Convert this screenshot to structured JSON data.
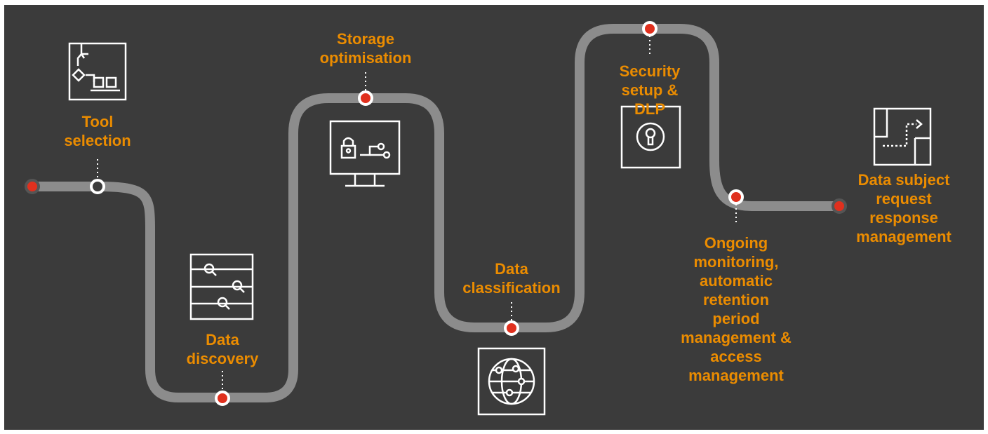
{
  "colors": {
    "background": "#3b3b3b",
    "path": "#8c8c8c",
    "node_red": "#e0301e",
    "node_outline": "#ffffff",
    "label_text": "#eb8c00",
    "icon_stroke": "#ffffff"
  },
  "steps": [
    {
      "label": "Tool\nselection",
      "icon": "workflow-icon"
    },
    {
      "label": "Data\ndiscovery",
      "icon": "data-search-icon"
    },
    {
      "label": "Storage\noptimisation",
      "icon": "secure-computer-icon"
    },
    {
      "label": "Data\nclassification",
      "icon": "globe-network-icon"
    },
    {
      "label": "Security\nsetup & DLP",
      "icon": "keyhole-icon"
    },
    {
      "label": "Ongoing\nmonitoring,\nautomatic\nretention\nperiod\nmanagement &\naccess\nmanagement",
      "icon": null
    },
    {
      "label": "Data subject\nrequest\nresponse\nmanagement",
      "icon": "floorplan-route-icon"
    }
  ]
}
